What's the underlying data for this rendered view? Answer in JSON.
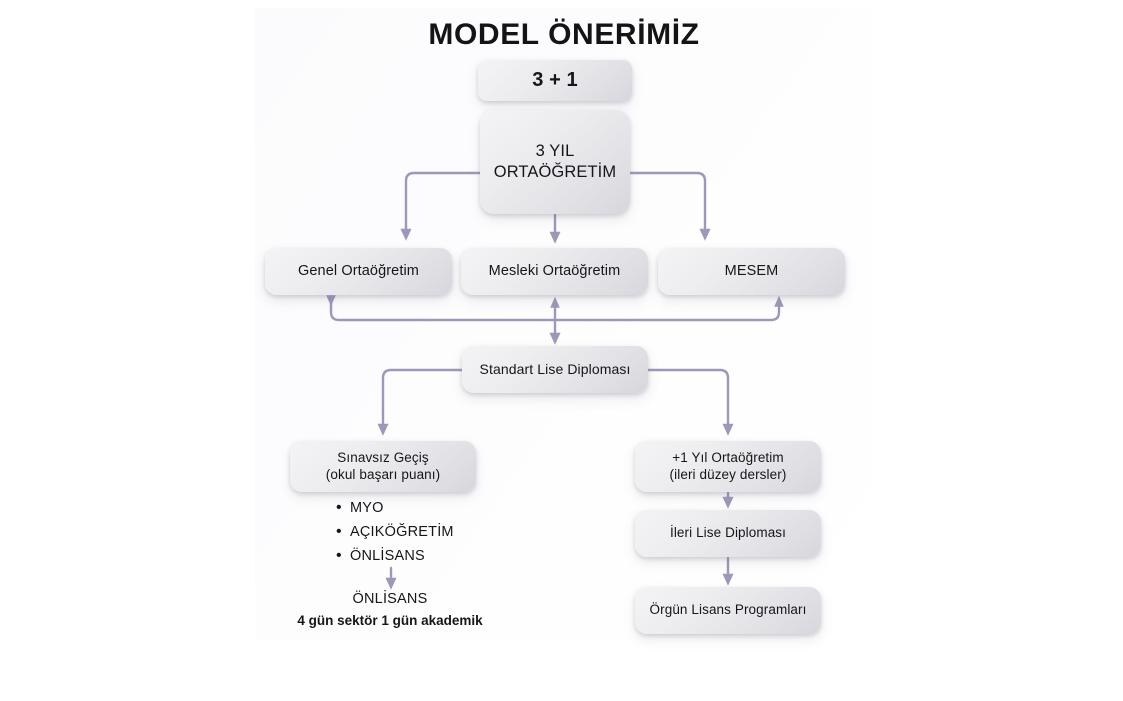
{
  "slide": {
    "title": "MODEL ÖNERİMİZ",
    "accent_connector_color": "#9c98b9",
    "text_color": "#16161a",
    "panel_background": "#fdfdfe"
  },
  "nodes": {
    "three_plus_one": "3 + 1",
    "ortaogretim": "3 YIL\nORTAÖĞRETİM",
    "genel": "Genel Ortaöğretim",
    "mesleki": "Mesleki Ortaöğretim",
    "mesem": "MESEM",
    "standart_diploma": "Standart Lise Diploması",
    "sinavsiz_gecis": "Sınavsız Geçiş\n(okul başarı puanı)",
    "plus_one_year": "+1 Yıl Ortaöğretim\n(ileri düzey dersler)",
    "ileri_diploma": "İleri Lise Diploması",
    "orgun_lisans": "Örgün Lisans Programları"
  },
  "bullets": [
    {
      "marker": "•",
      "label": "MYO"
    },
    {
      "marker": "•",
      "label": "AÇIKÖĞRETİM"
    },
    {
      "marker": "•",
      "label": "ÖNLİSANS"
    }
  ],
  "outcome": {
    "result": "ÖNLİSANS",
    "note": "4 gün sektör 1 gün akademik"
  }
}
